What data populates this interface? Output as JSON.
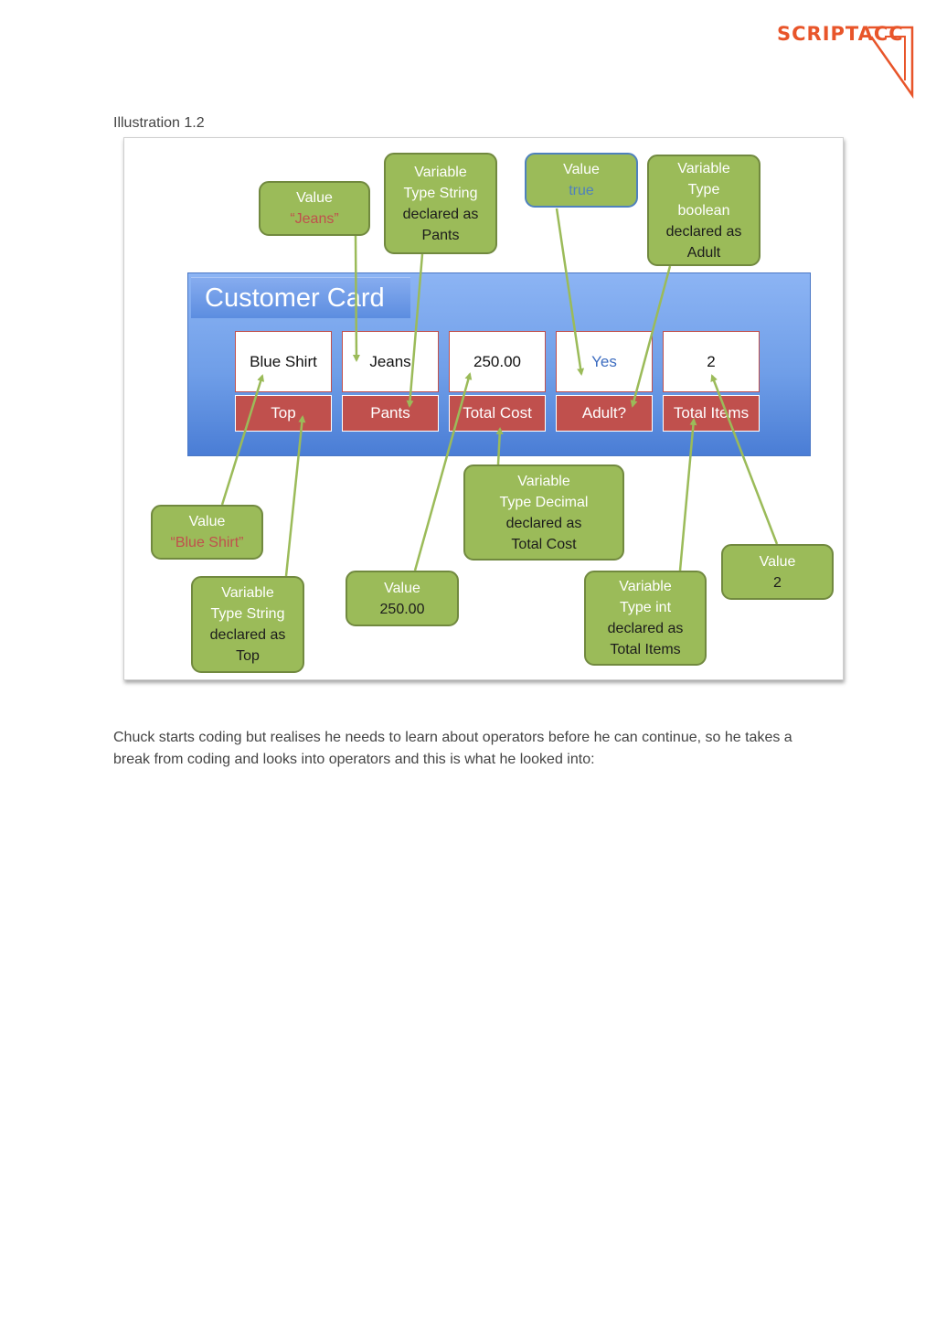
{
  "logo": {
    "text": "SCRIPTACC",
    "color": "#e8552a"
  },
  "caption": "Illustration 1.2",
  "card": {
    "title": "Customer Card",
    "fields": [
      {
        "value": "Blue Shirt",
        "label": "Top"
      },
      {
        "value": "Jeans",
        "label": "Pants"
      },
      {
        "value": "250.00",
        "label": "Total Cost"
      },
      {
        "value": "Yes",
        "label": "Adult?"
      },
      {
        "value": "2",
        "label": "Total Items"
      }
    ]
  },
  "callouts": {
    "value_jeans": {
      "line1": "Value",
      "line2": "“Jeans”"
    },
    "var_pants": {
      "line1": "Variable",
      "line2": "Type String",
      "line3": "declared as",
      "line4": "Pants"
    },
    "value_true": {
      "line1": "Value",
      "line2": "true"
    },
    "var_adult": {
      "line1": "Variable",
      "line2": "Type",
      "line3": "boolean",
      "line4": "declared as",
      "line5": "Adult"
    },
    "value_blue_shirt": {
      "line1": "Value",
      "line2": "“Blue Shirt”"
    },
    "var_top": {
      "line1": "Variable",
      "line2": "Type String",
      "line3": "declared as",
      "line4": "Top"
    },
    "value_250": {
      "line1": "Value",
      "line2": "250.00"
    },
    "var_total_cost": {
      "line1": "Variable",
      "line2": "Type Decimal",
      "line3": "declared as",
      "line4": "Total Cost"
    },
    "var_total_items": {
      "line1": "Variable",
      "line2": "Type int",
      "line3": "declared as",
      "line4": "Total Items"
    },
    "value_2": {
      "line1": "Value",
      "line2": "2"
    }
  },
  "paragraph": "Chuck starts coding but realises he needs to learn about operators before he can continue, so he takes a break from coding and looks into operators and this is what he looked into:",
  "colors": {
    "callout_fill": "#9bbb59",
    "callout_border": "#71893f",
    "field_label_fill": "#c0504d",
    "card_blue": "#6f9ee8",
    "value_true_border": "#4f81bd"
  }
}
